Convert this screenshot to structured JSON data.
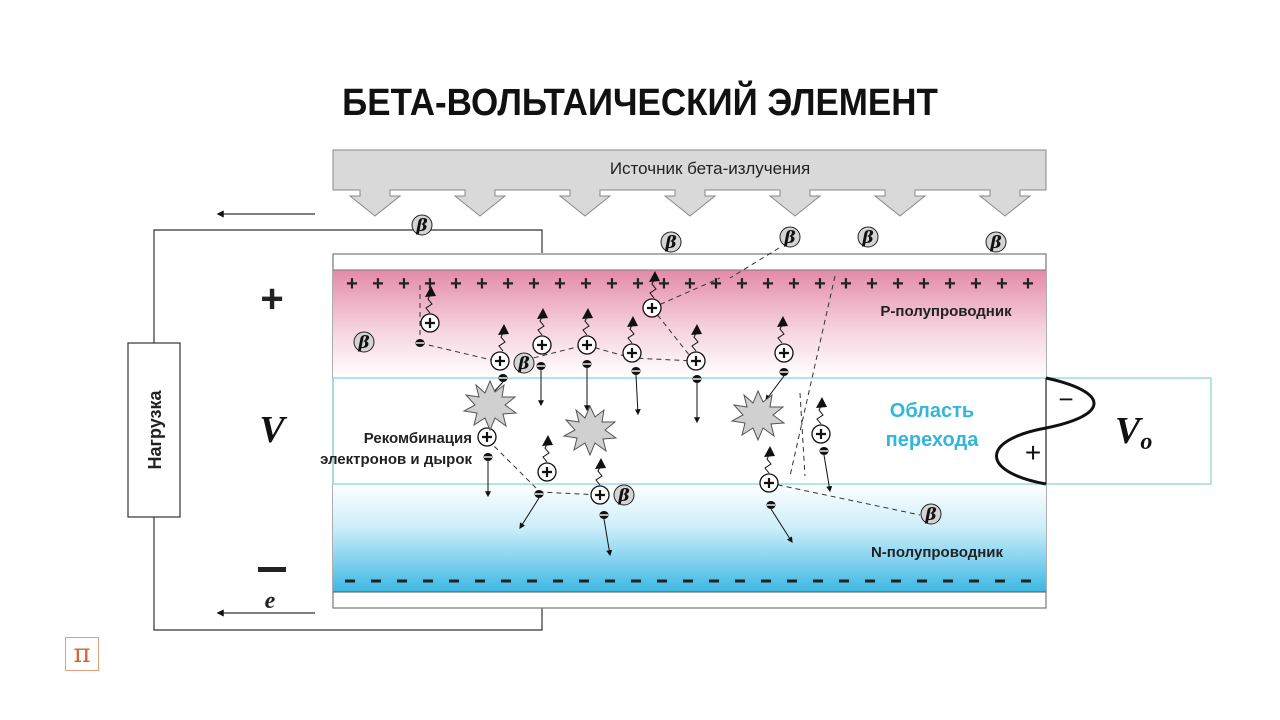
{
  "title": "БЕТА-ВОЛЬТАИЧЕСКИЙ ЭЛЕМЕНТ",
  "diagram": {
    "source_label": "Источник бета-излучения",
    "p_layer_label": "P-полупроводник",
    "n_layer_label": "N-полупроводник",
    "junction_label_line1": "Область",
    "junction_label_line2": "перехода",
    "recombination_line1": "Рекомбинация",
    "recombination_line2": "электронов и дырок",
    "load_label": "Нагрузка",
    "voltage_label": "V",
    "output_voltage_label": "V",
    "output_voltage_sub": "o",
    "plus_terminal": "+",
    "minus_terminal": "−",
    "electron_label": "e",
    "beta_symbol": "β",
    "junction_minus": "−",
    "junction_plus": "+",
    "colors": {
      "p_layer_top": "#e38aa8",
      "n_layer_bottom": "#3bb8e4",
      "junction_text": "#33b5dd",
      "junction_border": "#7fd3d8",
      "source_fill": "#d9d9d9"
    }
  },
  "logo": {
    "glyph": "π",
    "color": "#d4643a"
  }
}
